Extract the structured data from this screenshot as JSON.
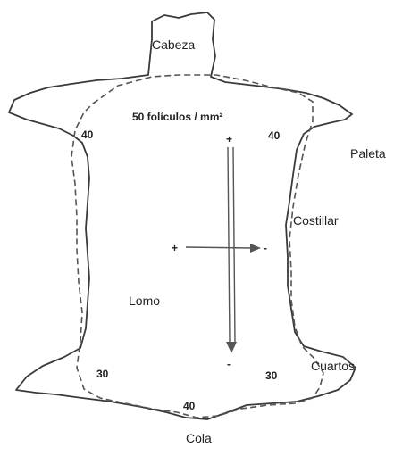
{
  "diagram": {
    "regions": {
      "head": "Cabeza",
      "shoulder": "Paleta",
      "ribs": "Costillar",
      "loin": "Lomo",
      "hindquarters": "Cuartos",
      "tail": "Cola"
    },
    "density": {
      "center": "50 folículos / mm²",
      "top_left": "40",
      "top_right": "40",
      "bottom_left": "30",
      "bottom_right": "30",
      "bottom_center": "40"
    },
    "gradient": {
      "vertical_top": "+",
      "vertical_bottom": "-",
      "horizontal_left": "+",
      "horizontal_right": "-"
    },
    "colors": {
      "outline": "#3a3a3a",
      "dashed": "#555555",
      "arrow": "#555555",
      "text": "#222222"
    }
  }
}
